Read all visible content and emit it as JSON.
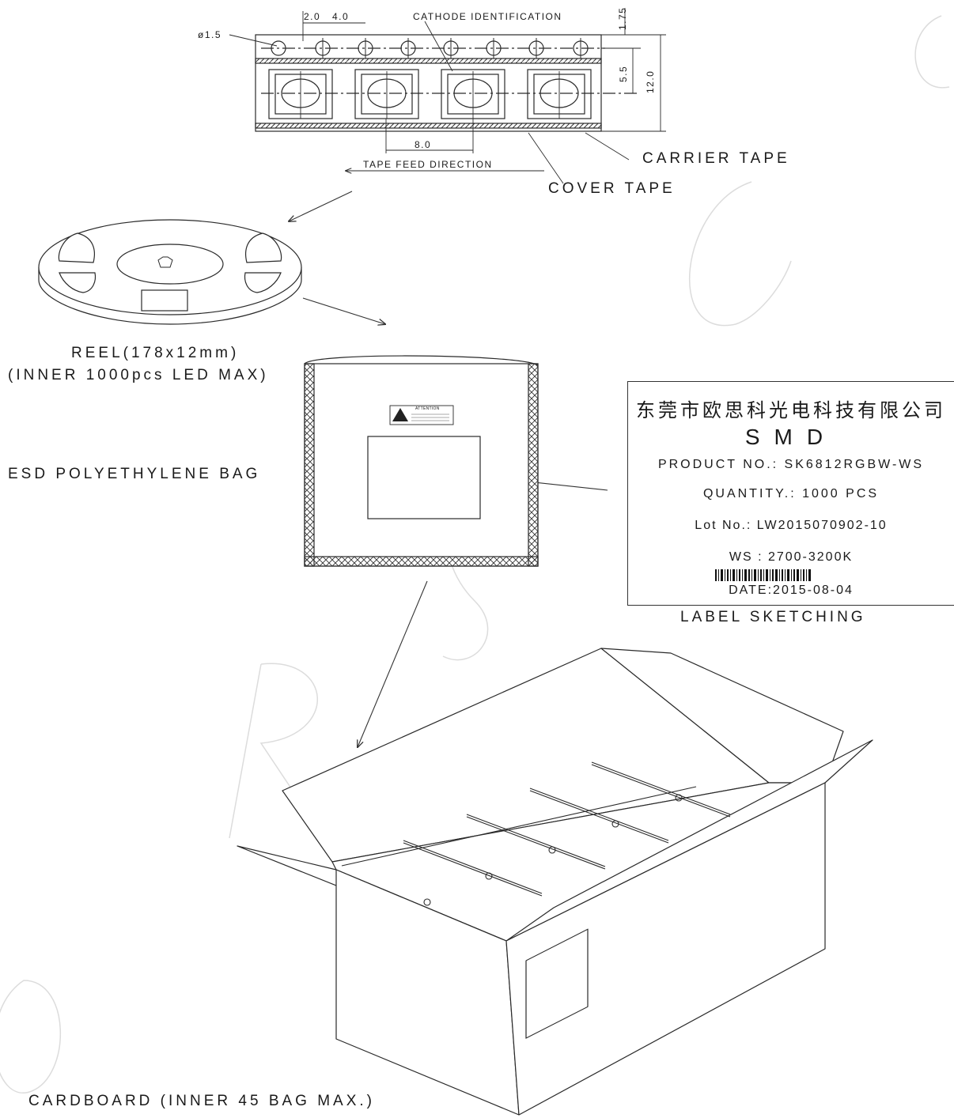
{
  "tape": {
    "dim_hole_dia": "ø1.5",
    "dim_pitch_2": "2.0",
    "dim_pitch_4": "4.0",
    "dim_pocket_pitch": "8.0",
    "dim_edge": "1.75",
    "dim_center": "5.5",
    "dim_width": "12.0",
    "cathode_label": "CATHODE IDENTIFICATION",
    "feed_direction": "TAPE FEED DIRECTION",
    "carrier_tape": "CARRIER TAPE",
    "cover_tape": "COVER TAPE"
  },
  "reel": {
    "line1": "REEL(178x12mm)",
    "line2": "(INNER 1000pcs LED MAX)"
  },
  "bag": {
    "title": "ESD POLYETHYLENE BAG",
    "sticker_text": "ATTENTION"
  },
  "label": {
    "company": "东莞市欧思科光电科技有限公司",
    "smd": "SMD",
    "product_no": "PRODUCT NO.: SK6812RGBW-WS",
    "quantity": "QUANTITY.: 1000 PCS",
    "lot_no": "Lot No.: LW2015070902-10",
    "ws": "WS : 2700-3200K",
    "date": "DATE:2015-08-04",
    "caption": "LABEL SKETCHING"
  },
  "carton": {
    "caption": "CARDBOARD (INNER 45 BAG MAX.)"
  },
  "colors": {
    "line": "#2a2a2a",
    "watermark": "#d9d9d9"
  }
}
